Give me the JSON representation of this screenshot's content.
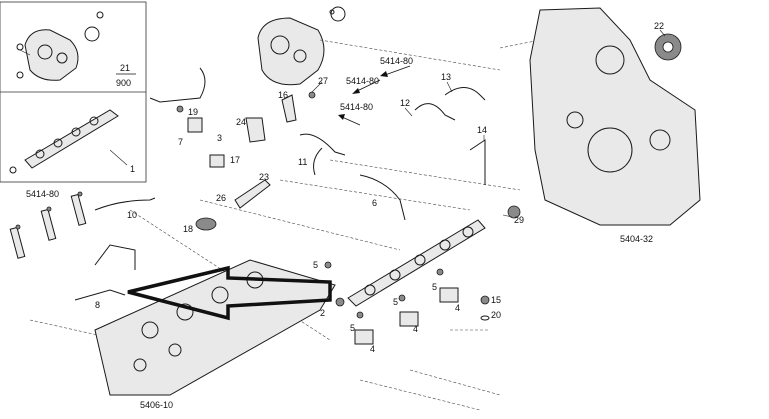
{
  "inset": {
    "label_top": "21",
    "label_bottom": "900",
    "label_rail": "1"
  },
  "reference_codes": {
    "injectors": "5414-80",
    "pipes_top": "5414-80",
    "pipes_mid": "5414-80",
    "pipes_right": "5414-80",
    "cylinder_head": "5406-10",
    "gear_cover": "5404-32"
  },
  "callouts": [
    "2",
    "3",
    "4",
    "4",
    "4",
    "5",
    "5",
    "5",
    "5",
    "6",
    "7",
    "8",
    "10",
    "11",
    "12",
    "13",
    "14",
    "15",
    "16",
    "17",
    "18",
    "19",
    "20",
    "22",
    "23",
    "24",
    "26",
    "27",
    "29"
  ]
}
